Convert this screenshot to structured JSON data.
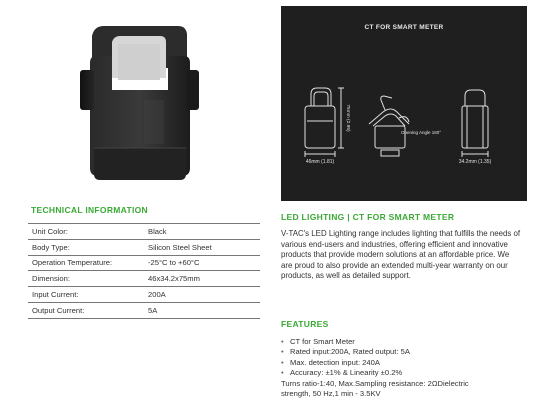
{
  "dimension_panel": {
    "title": "CT FOR SMART METER",
    "height_label": "75mm (2.95)",
    "width_label": "46mm (1.81)",
    "depth_label": "34.2mm (1.35)",
    "opening_label": "Opening Angle 180°"
  },
  "technical": {
    "title": "TECHNICAL INFORMATION",
    "rows": [
      {
        "key": "Unit Color:",
        "value": "Black"
      },
      {
        "key": "Body Type:",
        "value": "Silicon Steel Sheet"
      },
      {
        "key": "Operation Temperature:",
        "value": "-25°C to +60°C"
      },
      {
        "key": "Dimension:",
        "value": "46x34.2x75mm"
      },
      {
        "key": "Input Current:",
        "value": "200A"
      },
      {
        "key": "Output Current:",
        "value": "5A"
      }
    ]
  },
  "product": {
    "heading": "LED LIGHTING | CT FOR SMART METER",
    "description": "V-TAC's LED Lighting range includes lighting that fulfills the needs of various end-users and industries, offering efficient and innovative products that provide modern solutions at an affordable price. We are proud to also provide an extended multi-year warranty on our products, as well as detailed support."
  },
  "features": {
    "title": "FEATURES",
    "items": [
      "CT for Smart Meter",
      "Rated input:200A, Rated output: 5A",
      "Max. detection input: 240A",
      "Accuracy: ±1% & Linearity ±0.2%"
    ],
    "extra_lines": [
      "Turns ratio-1:40, Max.Sampling resistance: 2ΩDielectric",
      "strength, 50 Hz,1 min - 3.5KV"
    ]
  }
}
